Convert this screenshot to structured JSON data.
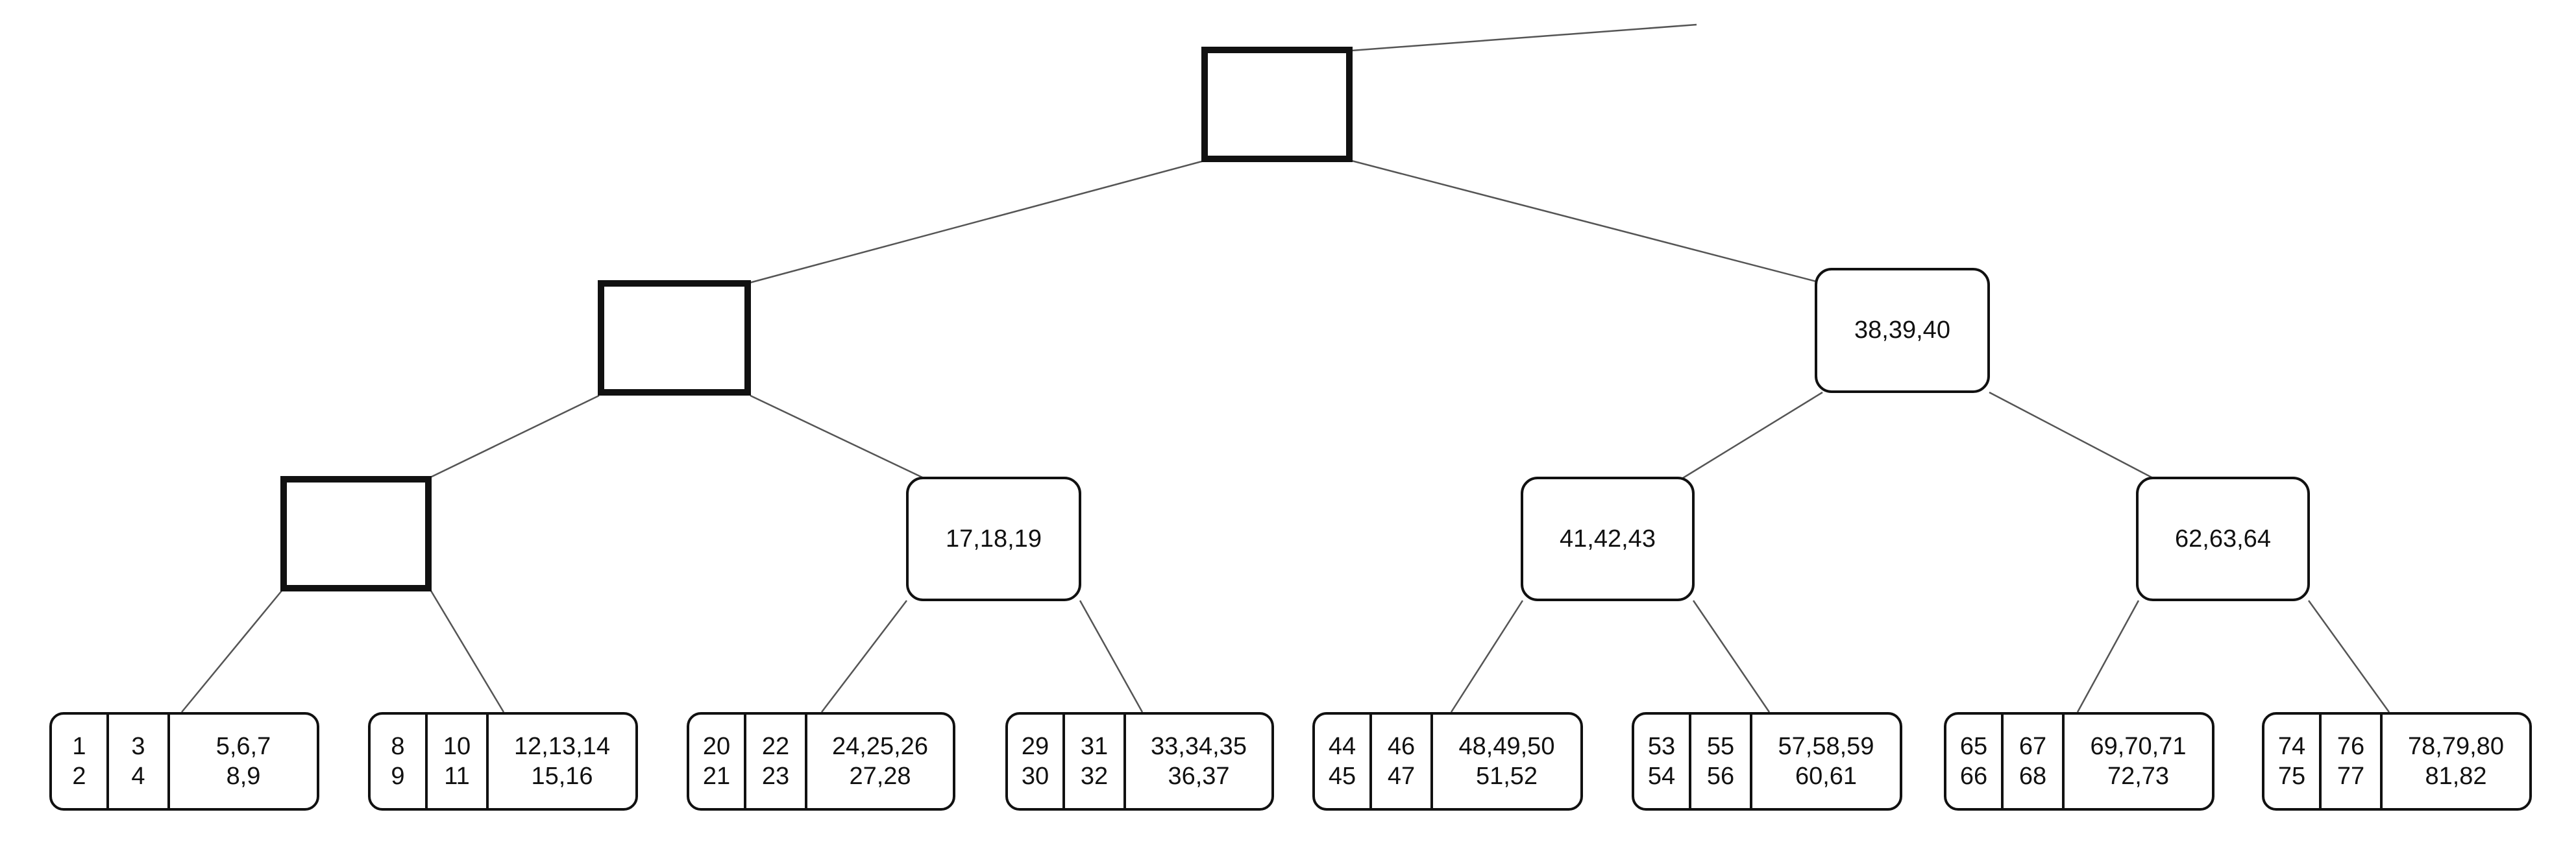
{
  "internal_nodes": {
    "right_child": "38,39,40",
    "left_right": "17,18,19",
    "right_left": "41,42,43",
    "right_right": "62,63,64"
  },
  "leaves": [
    {
      "a1": "1",
      "a2": "2",
      "b1": "3",
      "b2": "4",
      "c1": "5,6,7",
      "c2": "8,9"
    },
    {
      "a1": "8",
      "a2": "9",
      "b1": "10",
      "b2": "11",
      "c1": "12,13,14",
      "c2": "15,16"
    },
    {
      "a1": "20",
      "a2": "21",
      "b1": "22",
      "b2": "23",
      "c1": "24,25,26",
      "c2": "27,28"
    },
    {
      "a1": "29",
      "a2": "30",
      "b1": "31",
      "b2": "32",
      "c1": "33,34,35",
      "c2": "36,37"
    },
    {
      "a1": "44",
      "a2": "45",
      "b1": "46",
      "b2": "47",
      "c1": "48,49,50",
      "c2": "51,52"
    },
    {
      "a1": "53",
      "a2": "54",
      "b1": "55",
      "b2": "56",
      "c1": "57,58,59",
      "c2": "60,61"
    },
    {
      "a1": "65",
      "a2": "66",
      "b1": "67",
      "b2": "68",
      "c1": "69,70,71",
      "c2": "72,73"
    },
    {
      "a1": "74",
      "a2": "75",
      "b1": "76",
      "b2": "77",
      "c1": "78,79,80",
      "c2": "81,82"
    }
  ]
}
